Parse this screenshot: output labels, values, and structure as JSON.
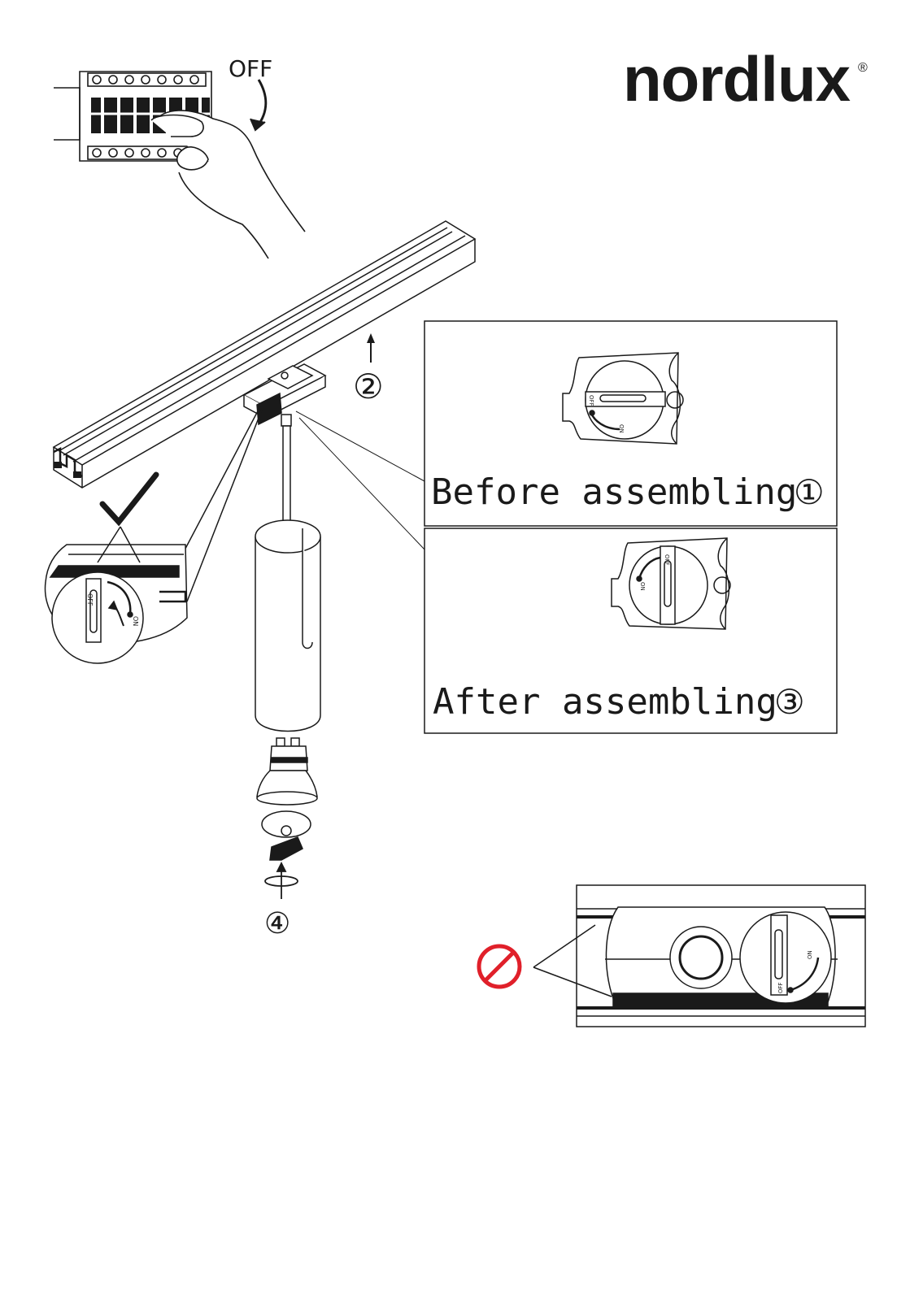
{
  "brand": {
    "logo_text": "nordlux",
    "registered_mark": "®"
  },
  "step_breaker": {
    "label": "OFF"
  },
  "steps": {
    "rail_step": "②",
    "lamp_step": "④"
  },
  "panel_before": {
    "caption": "Before assembling",
    "step": "①",
    "dial_top": "OFF",
    "dial_bottom": "ON"
  },
  "panel_after": {
    "caption": "After assembling",
    "step": "③",
    "dial_top": "OFF",
    "dial_bottom": "ON"
  },
  "magnifier": {
    "dial_top": "OFF",
    "dial_bottom": "ON"
  },
  "wrong_panel": {
    "dial_top": "ON",
    "dial_bottom": "OFF"
  },
  "colors": {
    "ink": "#1a1a1a",
    "prohibited": "#e0202a",
    "background": "#ffffff"
  }
}
